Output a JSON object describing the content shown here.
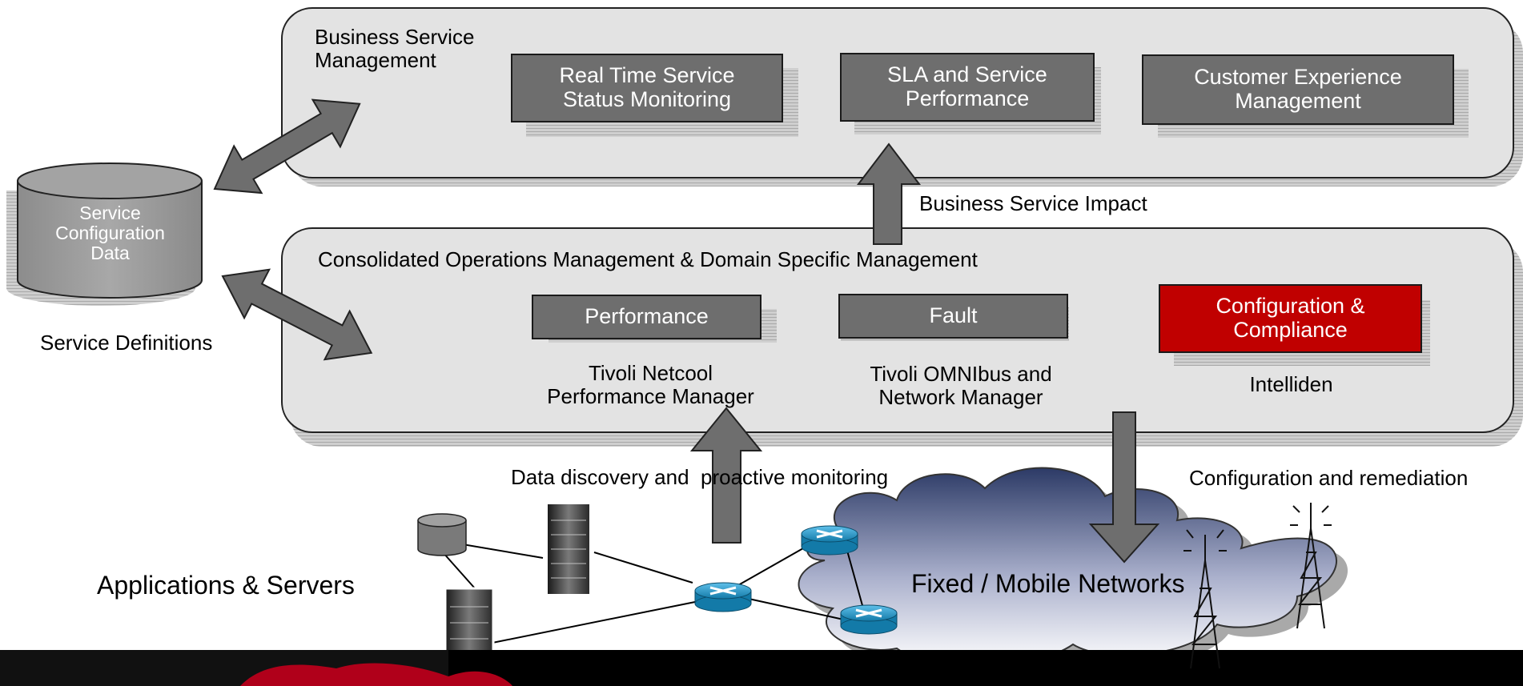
{
  "diagram": {
    "business_layer": {
      "title": "Business Service\nManagement",
      "boxes": [
        {
          "label": "Real Time Service\nStatus Monitoring"
        },
        {
          "label": "SLA and Service\nPerformance"
        },
        {
          "label": "Customer Experience\nManagement"
        }
      ]
    },
    "operations_layer": {
      "title": "Consolidated Operations Management & Domain Specific Management",
      "boxes": [
        {
          "label": "Performance",
          "caption": "Tivoli Netcool\nPerformance Manager"
        },
        {
          "label": "Fault",
          "caption": "Tivoli OMNIbus and\nNetwork Manager"
        },
        {
          "label": "Configuration &\nCompliance",
          "caption": "Intelliden",
          "color": "#c00000"
        }
      ]
    },
    "database": {
      "label": "Service\nConfiguration\nData",
      "caption": "Service Definitions"
    },
    "flows": {
      "business_impact": "Business Service Impact",
      "discovery": "Data discovery and  proactive monitoring",
      "configuration": "Configuration and remediation"
    },
    "infrastructure": {
      "applications": "Applications & Servers",
      "networks": "Fixed / Mobile Networks"
    },
    "colors": {
      "box_gray": "#6e6e6e",
      "accent_red": "#c00000",
      "panel": "#e3e3e3",
      "router": "#1a8cc0",
      "footer": "#000000"
    }
  }
}
